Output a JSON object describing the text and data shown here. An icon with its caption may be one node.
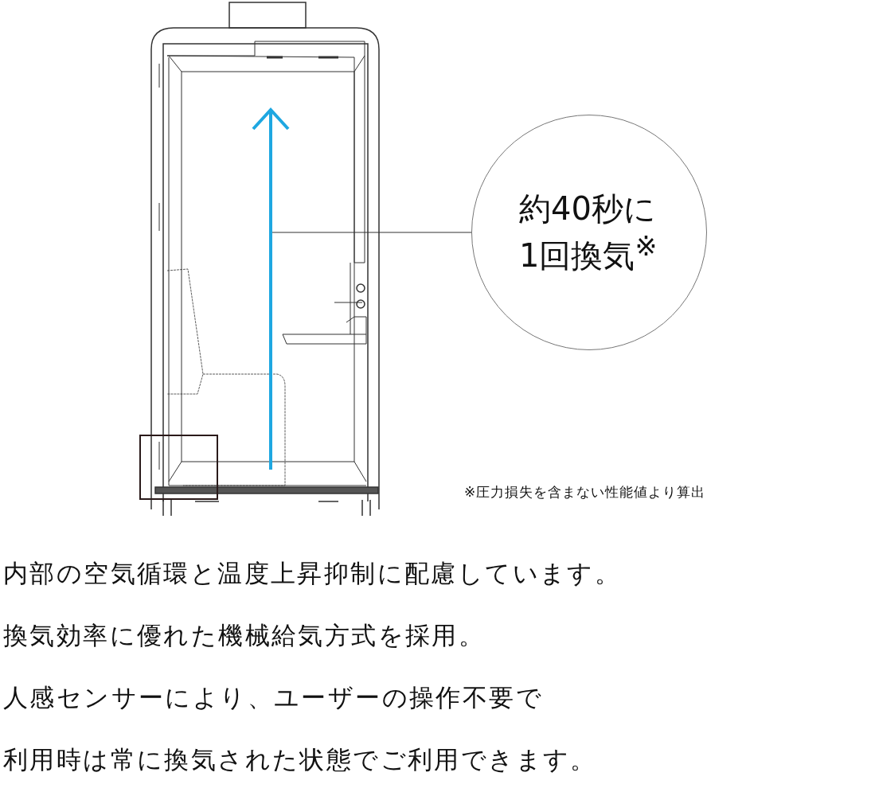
{
  "diagram": {
    "nodes": [
      {
        "text": [
          "約40秒に1回換気$^{※}$"
        ]
      },
      {
        "text": [],
        "shape": "arrow"
      }
    ],
    "edges": [
      {
        "from": 0,
        "to": 1,
        "arrow": "none"
      }
    ],
    "labels": [
      "※圧力損失を含まない性能値より算出",
      "内部の空気循環と温度上昇抑制に配慮しています。",
      "換気効率に優れた機械給気方式を採用。",
      "人感センサーにより、ユーザーの操作不要で",
      "利用時は常に換気された状態でご利用できます。"
    ]
  }
}
